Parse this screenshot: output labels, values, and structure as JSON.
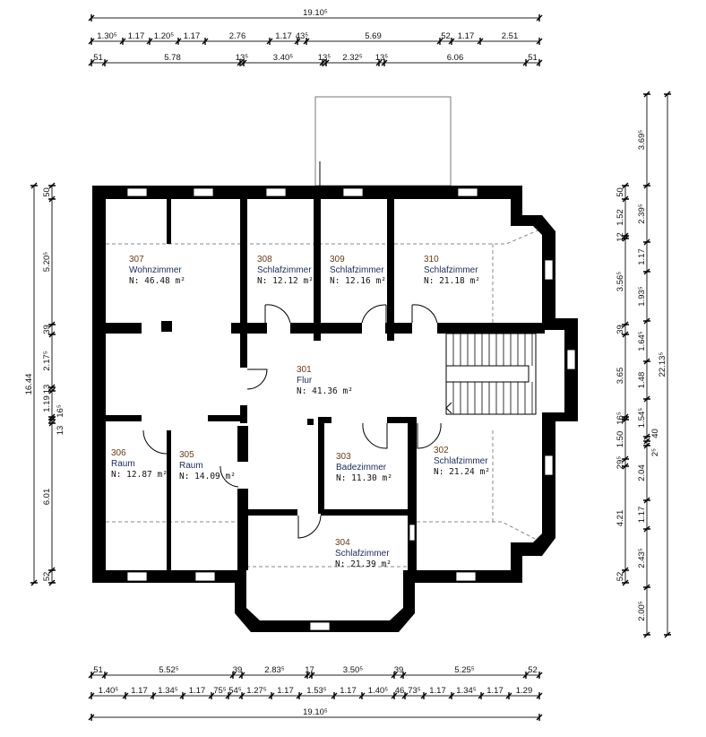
{
  "dimensions": {
    "top_total": "19.10⁵",
    "top_chain_1": [
      "1.30⁵",
      "1.17",
      "1.20⁵",
      "1.17",
      "2.76",
      "1.17",
      "43⁵",
      "5.69",
      "52",
      "1.17",
      "2.51"
    ],
    "top_chain_2": [
      "51",
      "5.78",
      "13⁵",
      "3.40⁵",
      "13⁵",
      "2.32⁵",
      "13⁵",
      "6.06",
      "51"
    ],
    "bottom_chain_1": [
      "51",
      "5.52⁵",
      "39",
      "2.83⁵",
      "17",
      "3.50⁵",
      "39",
      "5.25⁵",
      "52"
    ],
    "bottom_chain_2": [
      "1.40⁵",
      "1.17",
      "1.34⁵",
      "1.17",
      "75⁵",
      "54⁵",
      "1.27⁵",
      "1.17",
      "1.53⁵",
      "1.17",
      "1.40⁵",
      "46",
      "73⁵",
      "1.17",
      "1.34⁵",
      "1.17",
      "1.29"
    ],
    "bottom_total": "19.10⁵",
    "left_total": "16.44",
    "left_chain": [
      "50",
      "5.20⁵",
      "39",
      "2.17⁵",
      "13",
      "1.19",
      "16⁵",
      "13",
      "6.01",
      "52"
    ],
    "right_chain_1": [
      "50",
      "1.52",
      "12",
      "3.56⁵",
      "39",
      "3.65",
      "16⁵",
      "1.50",
      "29⁵",
      "4.21",
      "52"
    ],
    "right_chain_2": [
      "3.69⁵",
      "2.39⁵",
      "1.17",
      "1.93⁵",
      "1.64⁵",
      "1.48",
      "1.54⁵",
      "40",
      "2⁵",
      "2.04",
      "1.17",
      "2.43⁵",
      "2.00⁵"
    ],
    "right_total": "22.13⁵"
  },
  "rooms": [
    {
      "number": "307",
      "name": "Wohnzimmer",
      "area": "N:  46.48  m²"
    },
    {
      "number": "308",
      "name": "Schlafzimmer",
      "area": "N:  12.12  m²"
    },
    {
      "number": "309",
      "name": "Schlafzimmer",
      "area": "N:  12.16  m²"
    },
    {
      "number": "310",
      "name": "Schlafzimmer",
      "area": "N:  21.18  m²"
    },
    {
      "number": "301",
      "name": "Flur",
      "area": "N:  41.36  m²"
    },
    {
      "number": "306",
      "name": "Raum",
      "area": "N:  12.87  m²"
    },
    {
      "number": "305",
      "name": "Raum",
      "area": "N:  14.09  m²"
    },
    {
      "number": "303",
      "name": "Badezimmer",
      "area": "N:  11.30  m²"
    },
    {
      "number": "302",
      "name": "Schlafzimmer",
      "area": "N:  21.24  m²"
    },
    {
      "number": "304",
      "name": "Schlafzimmer",
      "area": "N:  21.39  m²"
    }
  ]
}
